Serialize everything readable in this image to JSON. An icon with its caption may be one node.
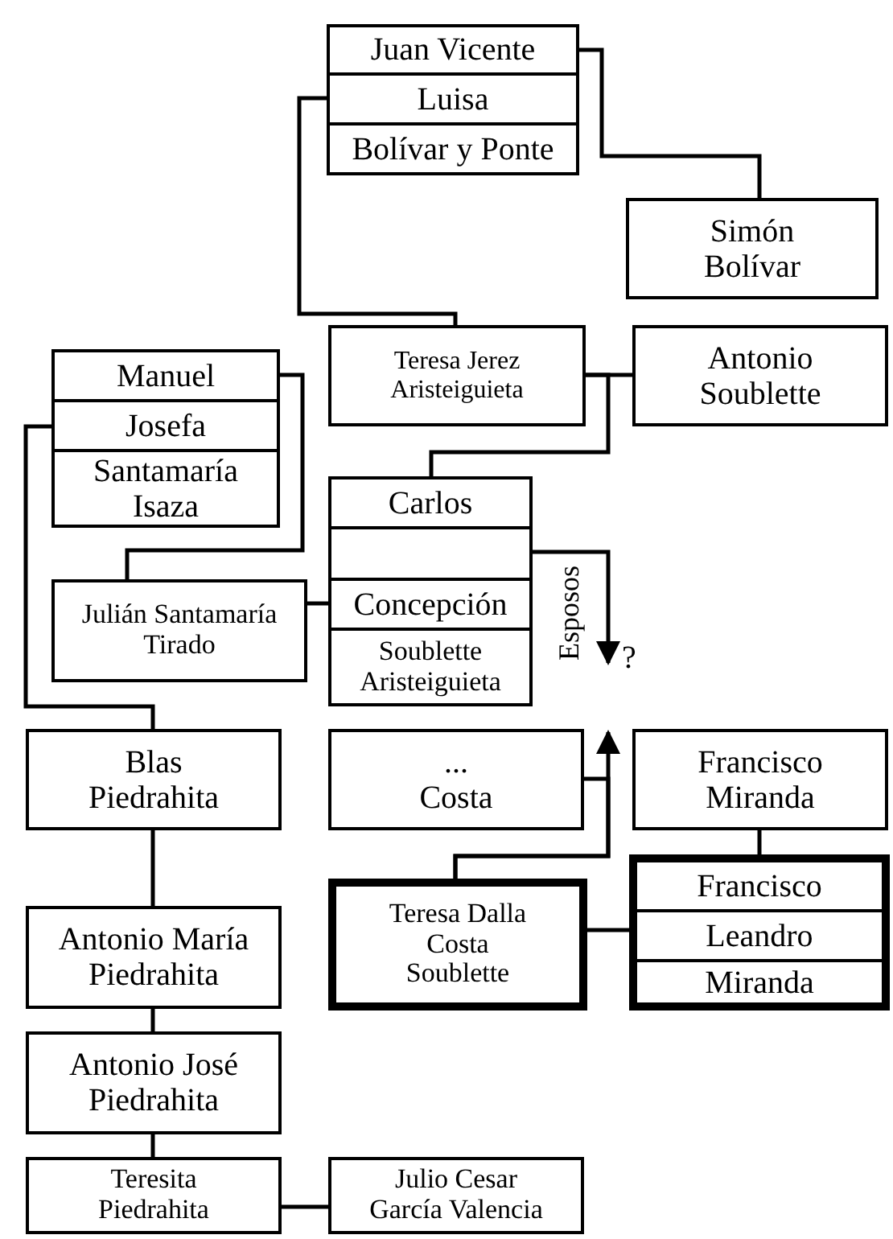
{
  "diagram": {
    "nodes": [
      {
        "text": [
          "Juan Vicente"
        ]
      },
      {
        "text": [
          "Luisa"
        ]
      },
      {
        "text": [
          "Bolívar y Ponte"
        ]
      },
      {
        "text": [
          "Simón Bolívar"
        ]
      },
      {
        "text": [
          "Teresa Jerez Aristeiguieta"
        ]
      },
      {
        "text": [
          "Antonio Soublette"
        ]
      },
      {
        "text": [
          "Manuel"
        ]
      },
      {
        "text": [
          "Josefa"
        ]
      },
      {
        "text": [
          "Santamaría Isaza"
        ]
      },
      {
        "text": [
          "Carlos"
        ]
      },
      {
        "text": [],
        "shape": "box"
      },
      {
        "text": [
          "Concepción"
        ]
      },
      {
        "text": [
          "Soublette Aristeiguieta"
        ]
      },
      {
        "text": [
          "Julián Santamaría Tirado"
        ]
      },
      {
        "text": [
          "Blas Piedrahita"
        ]
      },
      {
        "text": [
          "... Costa"
        ]
      },
      {
        "text": [
          "Francisco Miranda"
        ]
      },
      {
        "text": [],
        "shape": "box"
      },
      {
        "text": [
          "Francisco"
        ],
        "in": 17
      },
      {
        "text": [
          "Leandro"
        ],
        "in": 17
      },
      {
        "text": [
          "Miranda"
        ],
        "in": 17
      },
      {
        "text": [
          "Teresa Dalla Costa Soublette"
        ]
      },
      {
        "text": [
          "Antonio María Piedrahita"
        ]
      },
      {
        "text": [
          "Antonio José Piedrahita"
        ]
      },
      {
        "text": [
          "Teresita Piedrahita"
        ]
      },
      {
        "text": [
          "Julio Cesar García Valencia"
        ]
      },
      {
        "text": [
          "?"
        ]
      }
    ],
    "edges": [
      {
        "from": 0,
        "to": 3,
        "arrow": "none"
      },
      {
        "from": 1,
        "to": 4,
        "arrow": "none"
      },
      {
        "from": 4,
        "to": 5,
        "arrow": "none"
      },
      {
        "from": 4,
        "to": 9,
        "arrow": "none"
      },
      {
        "from": 6,
        "to": 13,
        "arrow": "none"
      },
      {
        "from": 7,
        "to": 14,
        "arrow": "none"
      },
      {
        "from": 13,
        "to": 11,
        "arrow": "none"
      },
      {
        "from": 10,
        "to": 26,
        "arrow": "to",
        "label": "Esposos"
      },
      {
        "from": 21,
        "to": 15,
        "arrow": "to"
      },
      {
        "from": 15,
        "to": 21,
        "arrow": "none"
      },
      {
        "from": 16,
        "to": 18,
        "arrow": "none"
      },
      {
        "from": 21,
        "to": 19,
        "arrow": "none"
      },
      {
        "from": 14,
        "to": 22,
        "arrow": "none"
      },
      {
        "from": 22,
        "to": 23,
        "arrow": "none"
      },
      {
        "from": 23,
        "to": 24,
        "arrow": "none"
      },
      {
        "from": 24,
        "to": 25,
        "arrow": "none"
      }
    ]
  }
}
